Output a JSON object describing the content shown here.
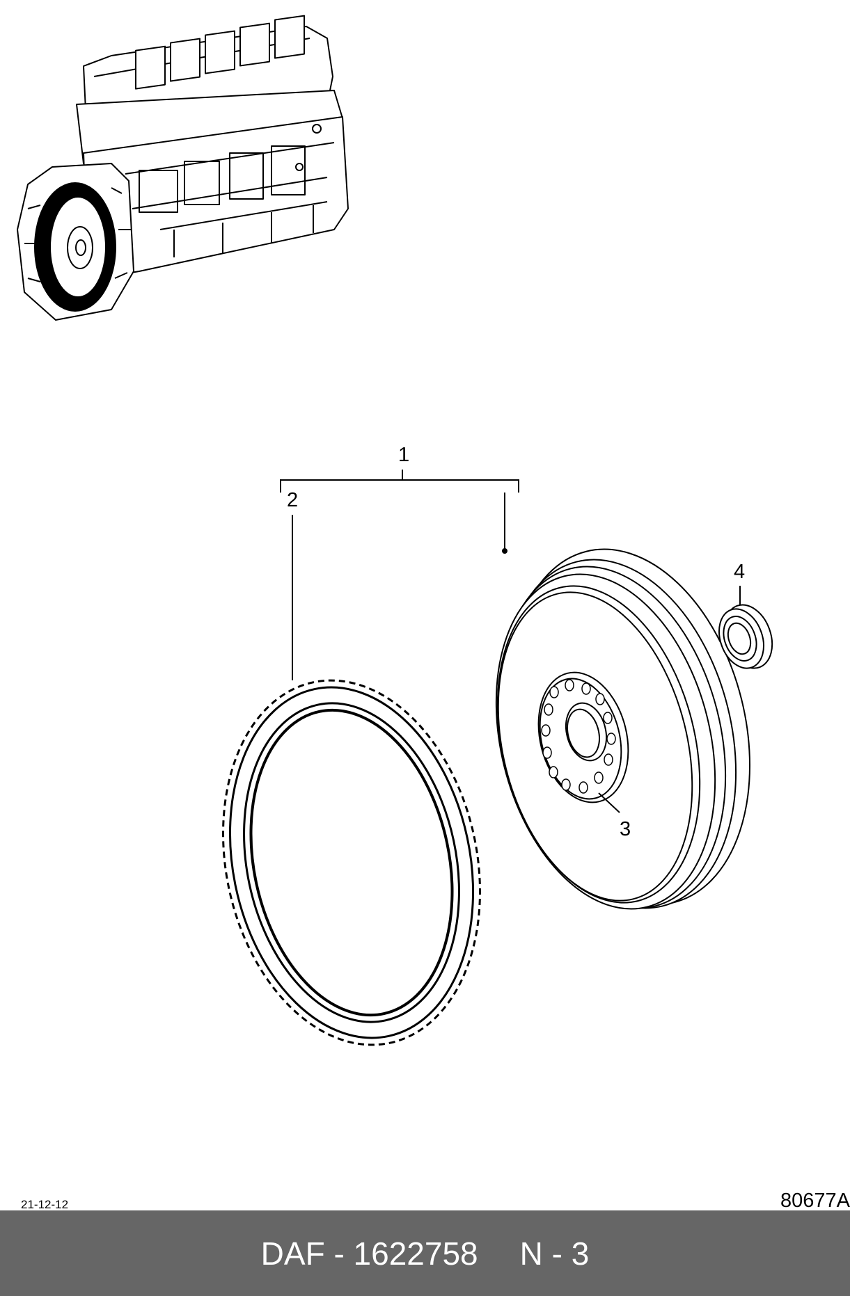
{
  "callouts": {
    "c1": "1",
    "c2": "2",
    "c3": "3",
    "c4": "4"
  },
  "meta": {
    "date": "21-12-12",
    "drawing_number": "80677A"
  },
  "footer": {
    "brand_part": "DAF - 1622758",
    "section": "N - 3"
  },
  "colors": {
    "footer_bg": "#666666",
    "footer_text": "#ffffff",
    "line": "#000000"
  }
}
